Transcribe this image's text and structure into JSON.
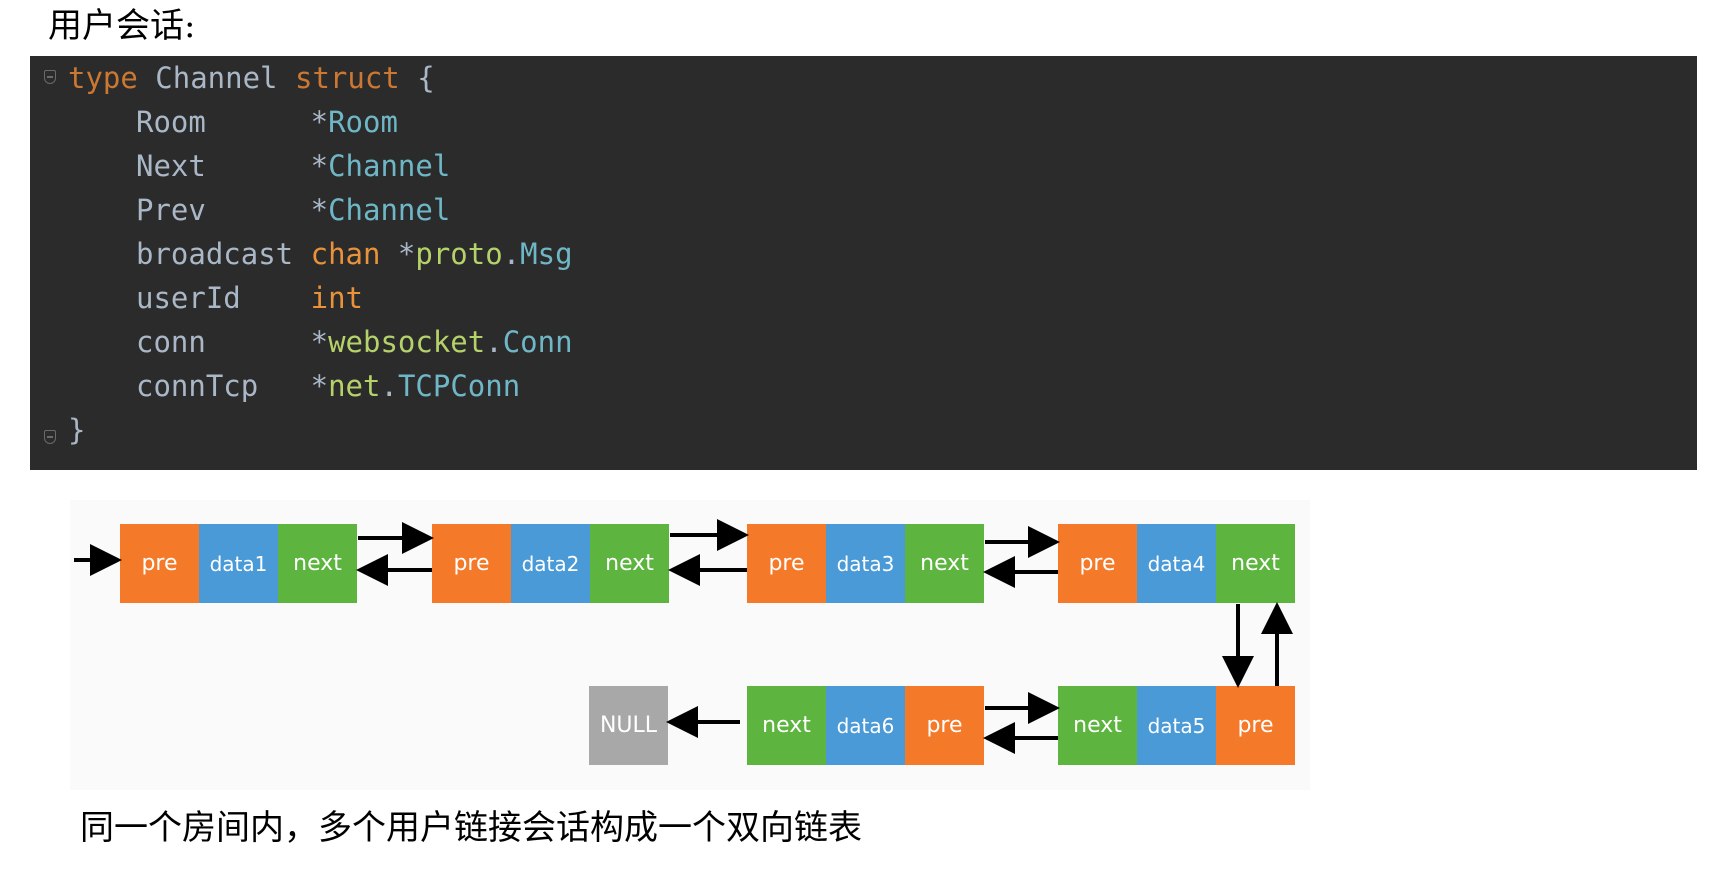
{
  "heading": "用户会话:",
  "code": {
    "line1": {
      "kw": "type",
      "name": " Channel ",
      "kw2": "struct",
      "brace": " {"
    },
    "fields": [
      {
        "name": "Room",
        "pad": "      ",
        "star": "*",
        "pkg": "",
        "dot": "",
        "type": "Room",
        "typeKw": ""
      },
      {
        "name": "Next",
        "pad": "      ",
        "star": "*",
        "pkg": "",
        "dot": "",
        "type": "Channel",
        "typeKw": ""
      },
      {
        "name": "Prev",
        "pad": "      ",
        "star": "*",
        "pkg": "",
        "dot": "",
        "type": "Channel",
        "typeKw": ""
      },
      {
        "name": "broadcast",
        "pad": " ",
        "star": " *",
        "pkg": "proto",
        "dot": ".",
        "type": "Msg",
        "typeKw": "chan"
      },
      {
        "name": "userId",
        "pad": "    ",
        "star": "",
        "pkg": "",
        "dot": "",
        "type": "",
        "typeKw": "int"
      },
      {
        "name": "conn",
        "pad": "      ",
        "star": "*",
        "pkg": "websocket",
        "dot": ".",
        "type": "Conn",
        "typeKw": ""
      },
      {
        "name": "connTcp",
        "pad": "   ",
        "star": "*",
        "pkg": "net",
        "dot": ".",
        "type": "TCPConn",
        "typeKw": ""
      }
    ],
    "closing": "}"
  },
  "diagram": {
    "top_nodes": [
      {
        "pre": "pre",
        "data": "data1",
        "next": "next"
      },
      {
        "pre": "pre",
        "data": "data2",
        "next": "next"
      },
      {
        "pre": "pre",
        "data": "data3",
        "next": "next"
      },
      {
        "pre": "pre",
        "data": "data4",
        "next": "next"
      }
    ],
    "bottom_nodes": [
      {
        "next": "next",
        "data": "data6",
        "pre": "pre"
      },
      {
        "next": "next",
        "data": "data5",
        "pre": "pre"
      }
    ],
    "null_label": "NULL"
  },
  "caption": "同一个房间内，多个用户链接会话构成一个双向链表",
  "colors": {
    "pre": "#f47a2a",
    "data": "#4a9ad8",
    "next": "#5db43e",
    "null": "#a8a8a8",
    "code_bg": "#2b2b2b"
  }
}
